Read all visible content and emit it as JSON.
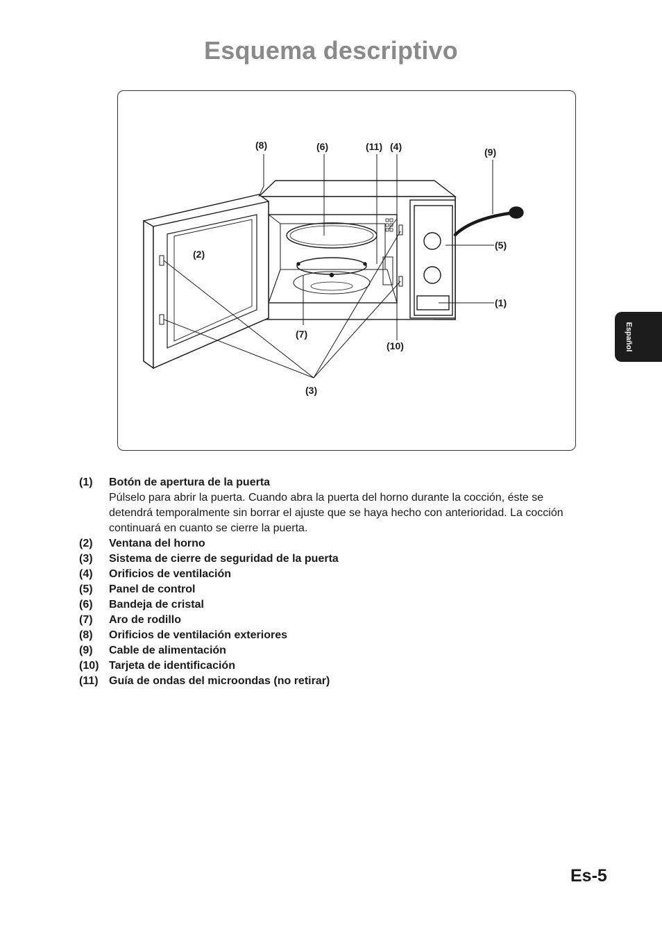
{
  "page": {
    "title": "Esquema descriptivo",
    "language_tab": "Español",
    "page_number": "Es-5"
  },
  "callouts": {
    "c1": "(1)",
    "c2": "(2)",
    "c3": "(3)",
    "c4": "(4)",
    "c5": "(5)",
    "c6": "(6)",
    "c7": "(7)",
    "c8": "(8)",
    "c9": "(9)",
    "c10": "(10)",
    "c11": "(11)"
  },
  "legend": [
    {
      "num": "(1)",
      "title": "Botón de apertura de la puerta",
      "desc": "Púlselo para abrir la puerta. Cuando abra la puerta del horno durante la cocción, éste se detendrá temporalmente sin borrar el ajuste que se haya hecho con anterioridad. La cocción continuará en cuanto se cierre la puerta."
    },
    {
      "num": "(2)",
      "title": "Ventana del horno",
      "desc": ""
    },
    {
      "num": "(3)",
      "title": "Sistema de cierre de seguridad de la puerta",
      "desc": ""
    },
    {
      "num": "(4)",
      "title": "Orificios de ventilación",
      "desc": ""
    },
    {
      "num": "(5)",
      "title": "Panel de control",
      "desc": ""
    },
    {
      "num": "(6)",
      "title": "Bandeja de cristal",
      "desc": ""
    },
    {
      "num": "(7)",
      "title": "Aro de rodillo",
      "desc": ""
    },
    {
      "num": "(8)",
      "title": "Orificios de ventilación exteriores",
      "desc": ""
    },
    {
      "num": "(9)",
      "title": "Cable de alimentación",
      "desc": ""
    },
    {
      "num": "(10)",
      "title": "Tarjeta de identificación",
      "desc": ""
    },
    {
      "num": "(11)",
      "title": "Guía de ondas del microondas (no retirar)",
      "desc": ""
    }
  ]
}
